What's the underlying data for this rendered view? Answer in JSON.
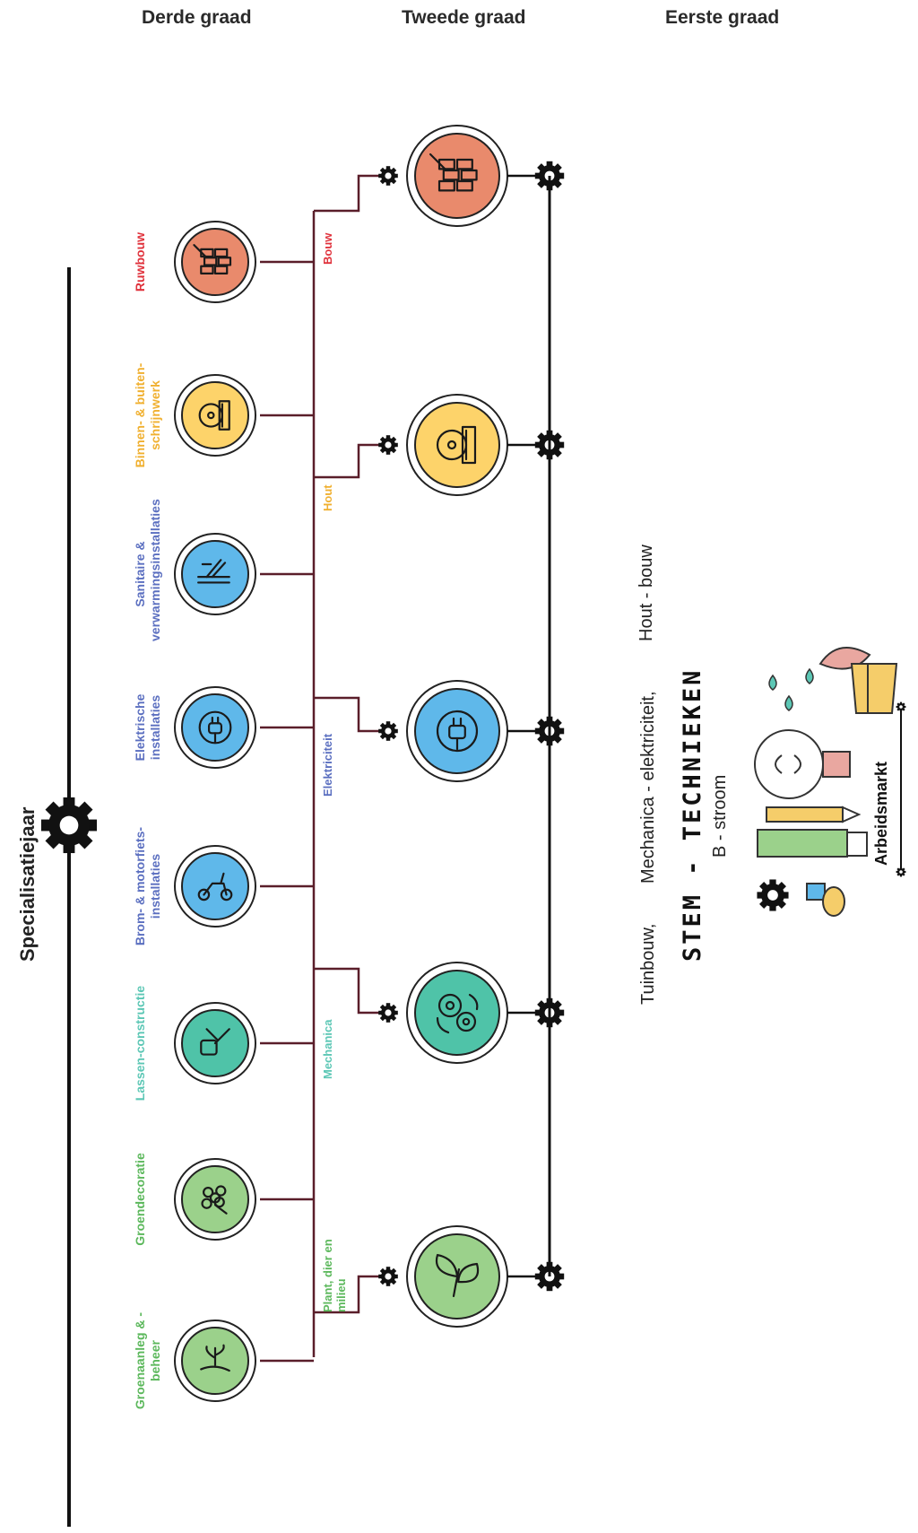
{
  "headers": {
    "derde": "Derde graad",
    "tweede": "Tweede graad",
    "eerste": "Eerste graad"
  },
  "specialisatie": "Specialisatiejaar",
  "derde_graad": [
    {
      "label": "Groenaanleg & -beheer",
      "color": "#5cb85c",
      "fill": "#9bd18b",
      "icon": "plant-hand-icon"
    },
    {
      "label": "Groendecoratie",
      "color": "#5cb85c",
      "fill": "#9bd18b",
      "icon": "flowers-icon"
    },
    {
      "label": "Lassen-constructie",
      "color": "#5cc7b5",
      "fill": "#4fc3a8",
      "icon": "welding-icon"
    },
    {
      "label": "Brom- & motorfiets-installaties",
      "color": "#5b6fc0",
      "fill": "#5fb8ea",
      "icon": "scooter-icon"
    },
    {
      "label": "Elektrische installaties",
      "color": "#5b6fc0",
      "fill": "#5fb8ea",
      "icon": "plug-icon"
    },
    {
      "label": "Sanitaire & verwarmingsinstallaties",
      "color": "#5b6fc0",
      "fill": "#5fb8ea",
      "icon": "pipes-icon"
    },
    {
      "label": "Binnen- & buiten-schrijnwerk",
      "color": "#f0b030",
      "fill": "#fdd36a",
      "icon": "saw-wood-icon"
    },
    {
      "label": "Ruwbouw",
      "color": "#e0333d",
      "fill": "#e98a6c",
      "icon": "bricks-icon"
    }
  ],
  "tweede_graad": [
    {
      "label": "Plant, dier en milieu",
      "color": "#5cb85c",
      "fill": "#9bd18b",
      "icon": "sprout-icon"
    },
    {
      "label": "Mechanica",
      "color": "#5cc7b5",
      "fill": "#4fc3a8",
      "icon": "gears-icon"
    },
    {
      "label": "Elektriciteit",
      "color": "#5b6fc0",
      "fill": "#5fb8ea",
      "icon": "plug-icon"
    },
    {
      "label": "Hout",
      "color": "#f0b030",
      "fill": "#fdd36a",
      "icon": "saw-wood-icon"
    },
    {
      "label": "Bouw",
      "color": "#e0333d",
      "fill": "#e98a6c",
      "icon": "bricks-icon"
    }
  ],
  "eerste_graad": {
    "line1": "Tuinbouw,",
    "line2": "Mechanica - elektriciteit,",
    "line3": "Hout - bouw",
    "title": "STEM - TECHNIEKEN",
    "stream": "B - stroom",
    "arbeidsmarkt": "Arbeidsmarkt"
  },
  "colors": {
    "connector": "#5a1e2a",
    "line": "#111111"
  }
}
